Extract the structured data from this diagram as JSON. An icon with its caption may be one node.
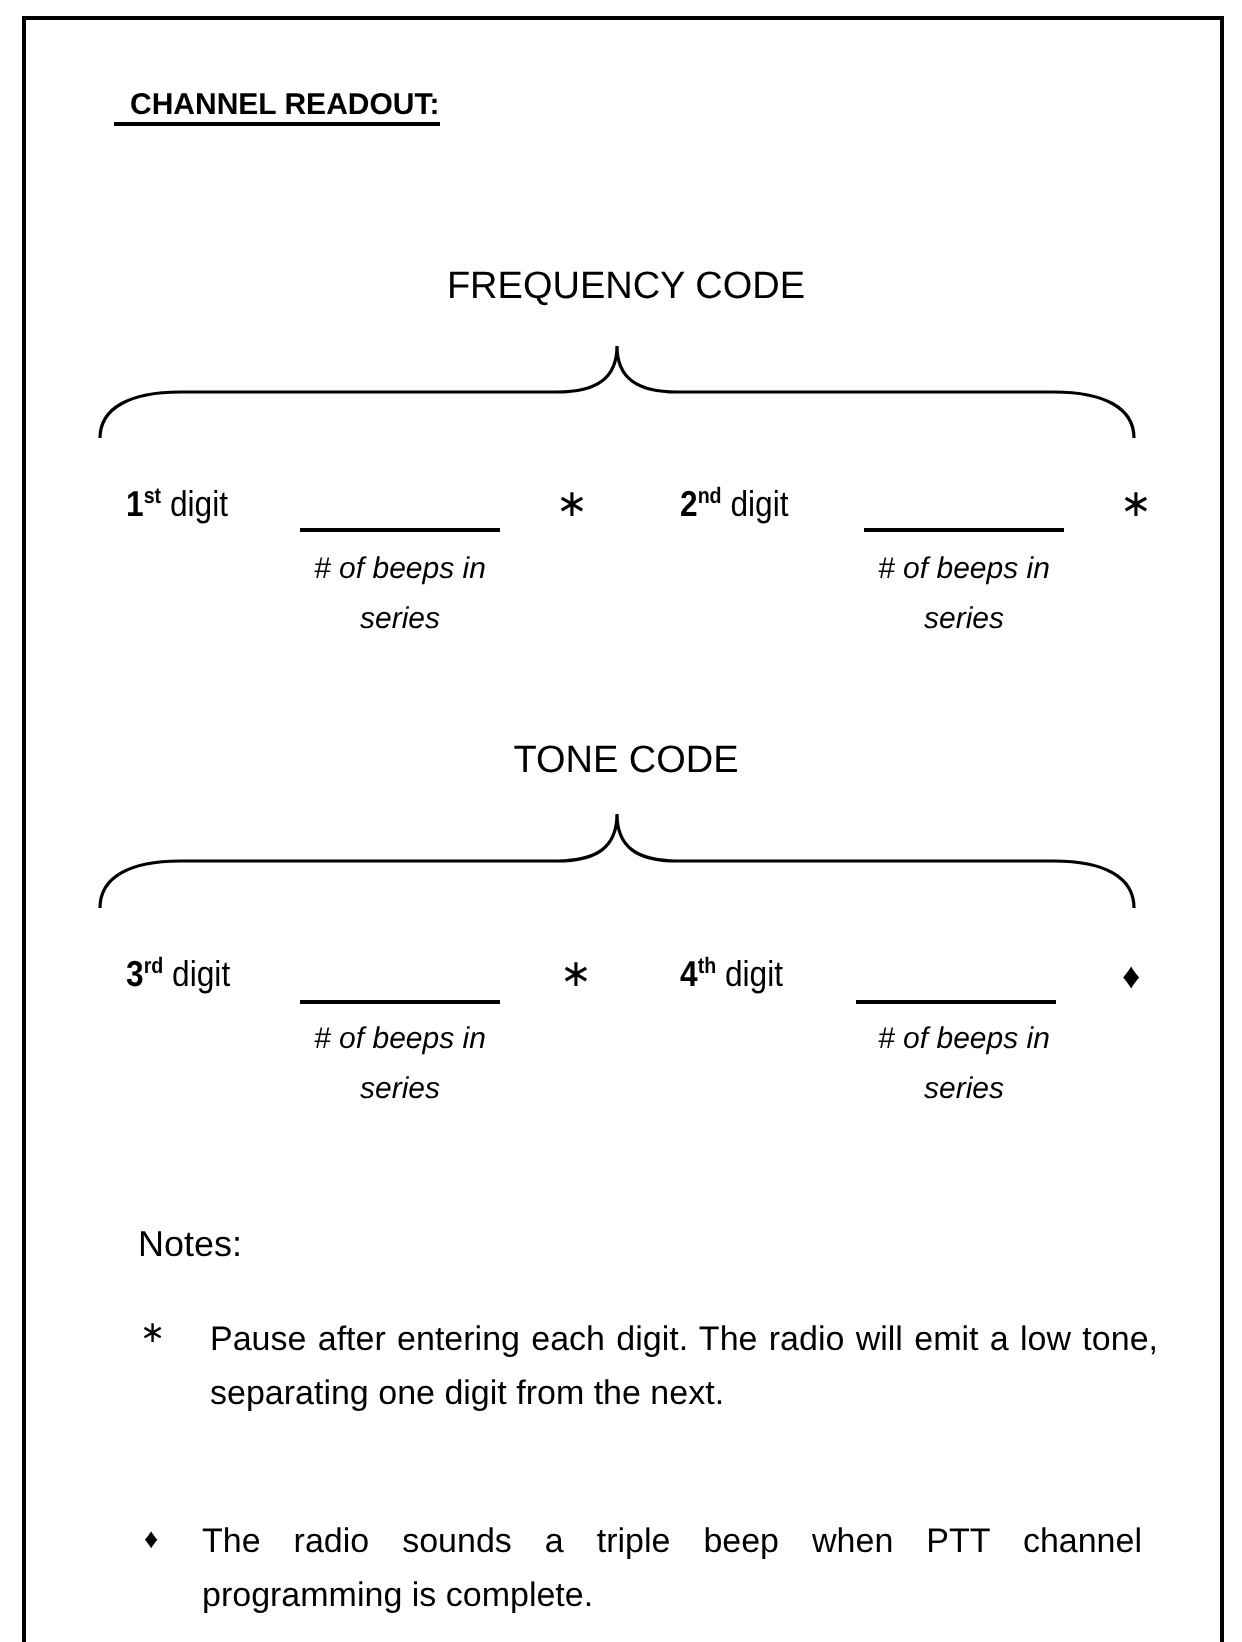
{
  "diagram": {
    "title": "CHANNEL READOUT:",
    "labels": [
      "FREQUENCY CODE",
      "**1**$^{st}$ digit",
      "# of beeps in series",
      "∗",
      "**2**$^{nd}$ digit",
      "# of beeps in series",
      "∗",
      "TONE CODE",
      "**3**$^{rd}$ digit",
      "# of beeps in series",
      "∗",
      "**4**$^{th}$ digit",
      "# of beeps in series",
      "♦",
      "Notes:",
      "∗",
      "Pause after entering each digit.  The radio will emit a low tone, separating one digit from the next.",
      "♦",
      "The radio sounds a triple beep when PTT channel programming is complete."
    ]
  }
}
